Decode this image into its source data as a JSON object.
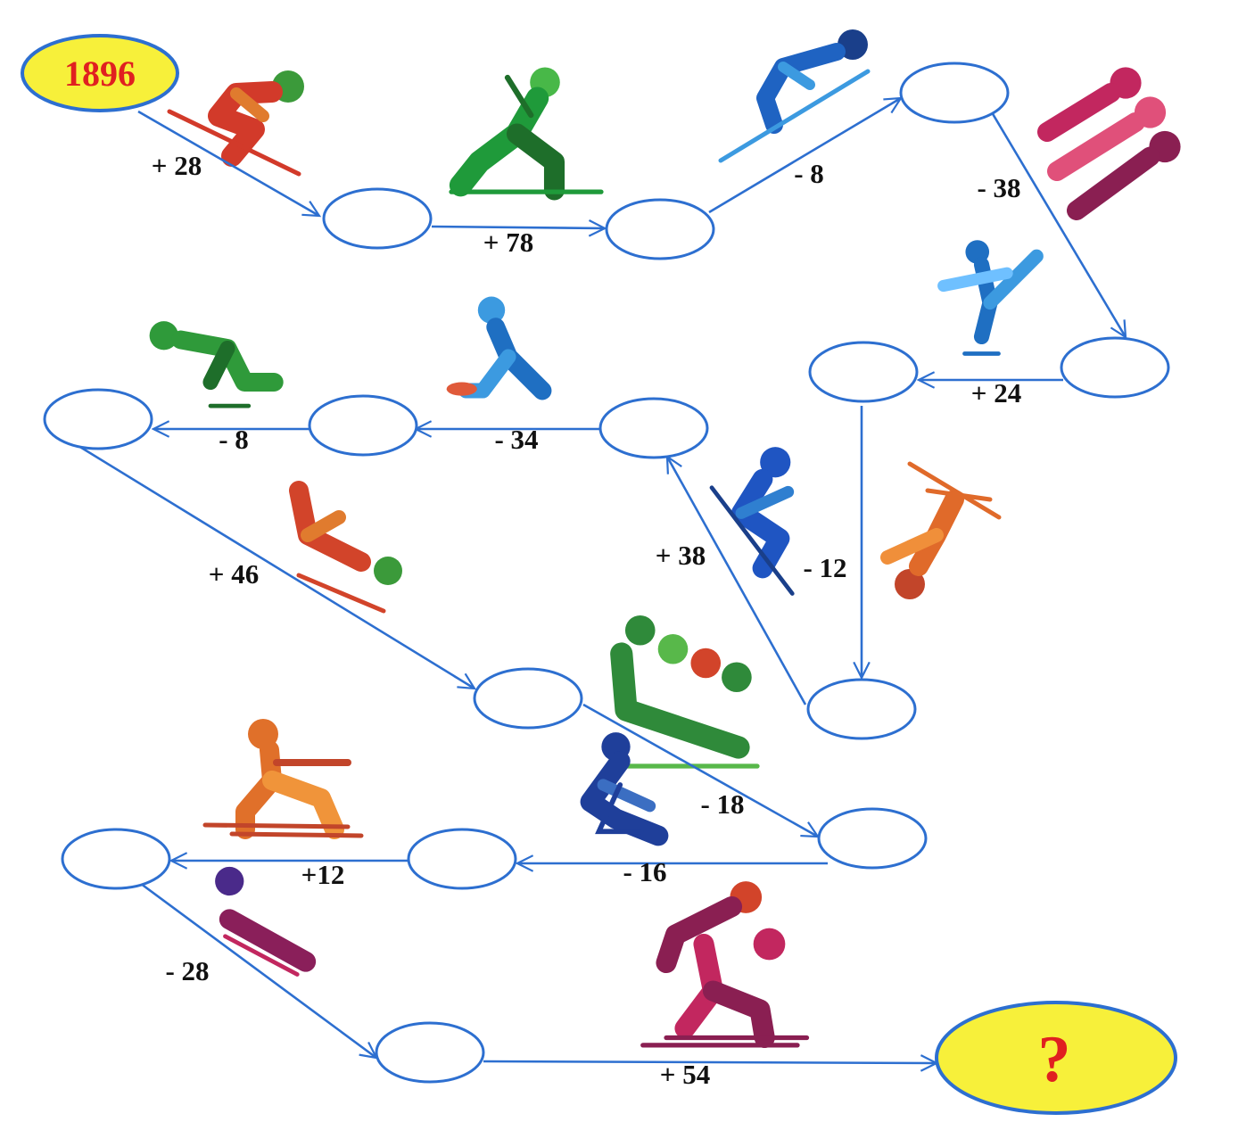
{
  "start": {
    "label": "1896"
  },
  "finish": {
    "label": "?"
  },
  "steps": [
    "+ 28",
    "+ 78",
    "- 8",
    "- 38",
    "+ 24",
    "- 12",
    "+ 38",
    "- 34",
    "- 8",
    "+ 46",
    "- 18",
    "- 16",
    "+12",
    "- 28",
    "+ 54"
  ],
  "pictograms": [
    {
      "icon": "alpine-skier-icon",
      "colors": [
        "#d23a2a",
        "#3b9a3a",
        "#e07b2e"
      ]
    },
    {
      "icon": "biathlete-icon",
      "colors": [
        "#1f9a3a",
        "#48b848",
        "#1e6e2a"
      ]
    },
    {
      "icon": "ski-jumper-icon",
      "colors": [
        "#1f63c2",
        "#3c9ae0",
        "#1a3f8a"
      ]
    },
    {
      "icon": "speed-skater-group-icon",
      "colors": [
        "#c2275f",
        "#e0507a",
        "#8a1f52"
      ]
    },
    {
      "icon": "figure-skater-icon",
      "colors": [
        "#1f6fc2",
        "#3c9ae0",
        "#6fc0ff"
      ]
    },
    {
      "icon": "snowboarder-icon",
      "colors": [
        "#1f55c2",
        "#2f7fd0",
        "#1a3f8a"
      ]
    },
    {
      "icon": "freestyle-skier-icon",
      "colors": [
        "#e06a2a",
        "#f08f3a",
        "#c2452a"
      ]
    },
    {
      "icon": "curler-icon",
      "colors": [
        "#1f6fc2",
        "#3c9ae0",
        "#e05a3a"
      ]
    },
    {
      "icon": "speed-skater-icon",
      "colors": [
        "#2f9a3a",
        "#48b848",
        "#1e6e2a"
      ]
    },
    {
      "icon": "skeleton-slider-icon",
      "colors": [
        "#d2442a",
        "#e07b2e",
        "#3b9a3a"
      ]
    },
    {
      "icon": "bobsleigh-icon",
      "colors": [
        "#2f8a3a",
        "#58b84a",
        "#d2442a"
      ]
    },
    {
      "icon": "hockey-player-icon",
      "colors": [
        "#1f3f9a",
        "#3b6ec2",
        "#e07b2e"
      ]
    },
    {
      "icon": "cross-country-skier-icon",
      "colors": [
        "#e0702a",
        "#f0943a",
        "#c2452a"
      ]
    },
    {
      "icon": "luge-slider-icon",
      "colors": [
        "#8a1f5a",
        "#c2275f",
        "#4a2a8a"
      ]
    },
    {
      "icon": "nordic-combined-icon",
      "colors": [
        "#8a1f52",
        "#c2275f",
        "#d2442a"
      ]
    }
  ],
  "colors": {
    "line": "#2d6fd0",
    "node_stroke": "#2d6fd0",
    "start_fill": "#f7f03a",
    "start_stroke": "#2d6fd0",
    "end_fill": "#f7f03a",
    "text_red": "#e02020"
  }
}
